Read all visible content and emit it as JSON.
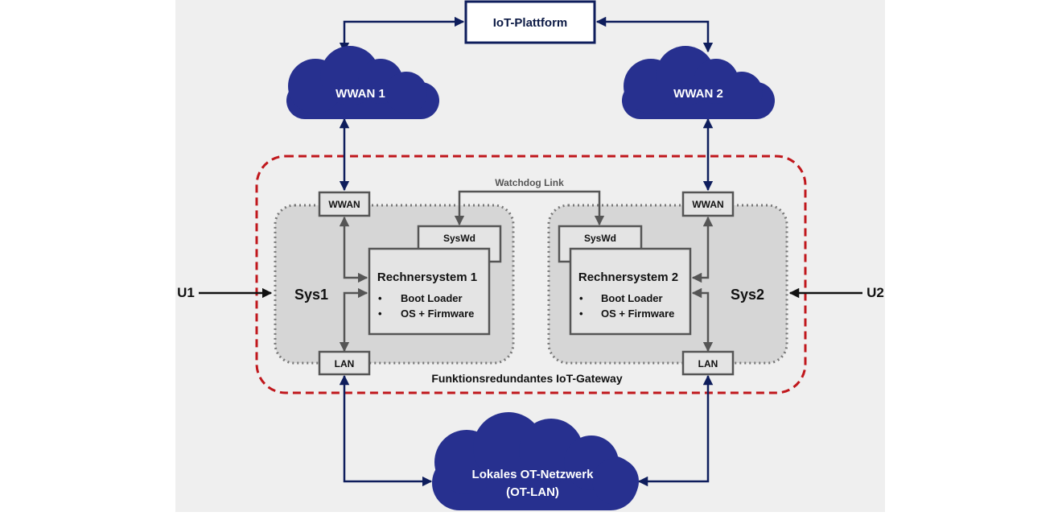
{
  "diagram": {
    "platform": "IoT-Plattform",
    "clouds": {
      "wwan1": "WWAN 1",
      "wwan2": "WWAN 2",
      "ot_network_line1": "Lokales OT-Netzwerk",
      "ot_network_line2": "(OT-LAN)"
    },
    "gateway_label": "Funktionsredundantes IoT-Gateway",
    "watchdog_link": "Watchdog Link",
    "sys1": {
      "label": "Sys1",
      "wwan_port": "WWAN",
      "lan_port": "LAN",
      "watchdog": "SysWd",
      "computer_title": "Rechnersystem 1",
      "items": [
        "Boot Loader",
        "OS + Firmware"
      ]
    },
    "sys2": {
      "label": "Sys2",
      "wwan_port": "WWAN",
      "lan_port": "LAN",
      "watchdog": "SysWd",
      "computer_title": "Rechnersystem 2",
      "items": [
        "Boot Loader",
        "OS + Firmware"
      ]
    },
    "inputs": {
      "u1": "U1",
      "u2": "U2"
    },
    "bullet": "•",
    "colors": {
      "cloud": "#27308f",
      "navy_line": "#0e1d5c",
      "gateway_border": "#c0171c",
      "system_fill": "#d6d6d6",
      "box_fill": "#e4e4e4",
      "canvas_bg": "#efefef"
    }
  }
}
